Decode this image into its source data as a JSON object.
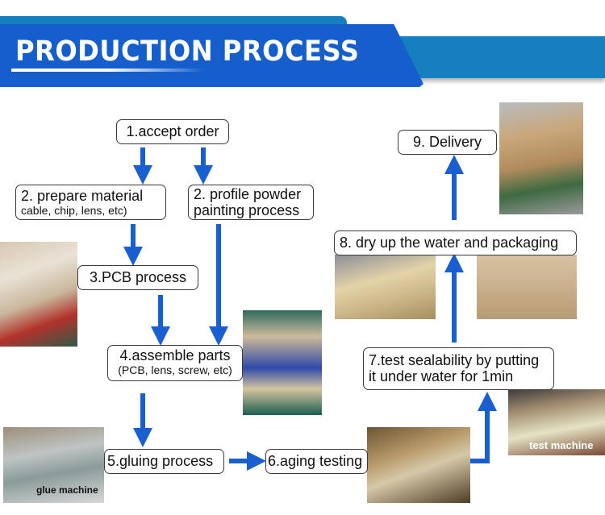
{
  "header": {
    "title": "PRODUCTION PROCESS"
  },
  "colors": {
    "banner_primary": "#165ecb",
    "banner_secondary": "#1480c0",
    "arrow": "#1a5fcf"
  },
  "steps": [
    {
      "id": 1,
      "label": "1.accept order",
      "sub": ""
    },
    {
      "id": 2,
      "label": "2. prepare material",
      "sub": "cable, chip, lens, etc)"
    },
    {
      "id": 3,
      "label": "2. profile powder",
      "sub": "painting process"
    },
    {
      "id": 4,
      "label": "3.PCB process",
      "sub": ""
    },
    {
      "id": 5,
      "label": "4.assemble parts",
      "sub": "(PCB, lens, screw, etc)"
    },
    {
      "id": 6,
      "label": "5.gluing process",
      "sub": ""
    },
    {
      "id": 7,
      "label": "6.aging testing",
      "sub": ""
    },
    {
      "id": 8,
      "label": "7.test sealability by putting",
      "sub": "it under water for 1min"
    },
    {
      "id": 9,
      "label": "8. dry up the water and packaging",
      "sub": ""
    },
    {
      "id": 10,
      "label": "9. Delivery",
      "sub": ""
    }
  ],
  "photos": {
    "pcb": "pcb-assembly-photo",
    "assemble": "profile-assembly-photo",
    "glue": {
      "caption": "glue machine"
    },
    "aging": "aging-rack-photo",
    "test": {
      "caption": "test machine"
    },
    "drying": "drying-line-photo",
    "boxes": "packaged-boxes-photo",
    "truck": "delivery-truck-photo"
  }
}
